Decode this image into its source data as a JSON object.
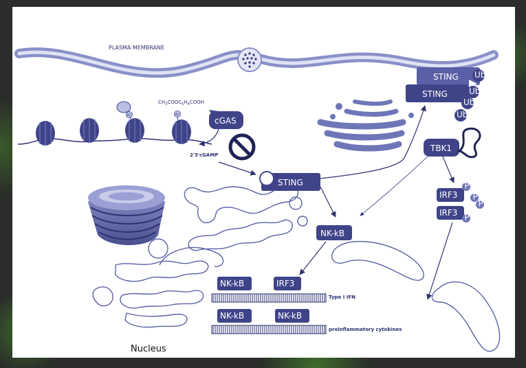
{
  "labels": {
    "plasma_membrane": "PLASMA MEMBRANE",
    "acetyl_formula_base": "CH",
    "acetyl_formula_1": "3",
    "acetyl_formula_2": "COOC",
    "acetyl_formula_3": "6",
    "acetyl_formula_4": "H",
    "acetyl_formula_5": "4",
    "acetyl_formula_6": "COOH",
    "ac": "Ac",
    "cgas": "cGAS",
    "cgamp": "2'3'cGAMP",
    "sting": "STING",
    "ub": "Ub",
    "tbk1": "TBK1",
    "irf3": "IRF3",
    "p": "P",
    "nfkb": "NK-kB",
    "type1_ifn": "Type I IFN",
    "proinflammatory": "proinflammatory cytokines",
    "nucleus": "Nucleus"
  },
  "colors": {
    "primary": "#3f4489",
    "light": "#b8bfe3",
    "outline": "#5a60a6"
  }
}
